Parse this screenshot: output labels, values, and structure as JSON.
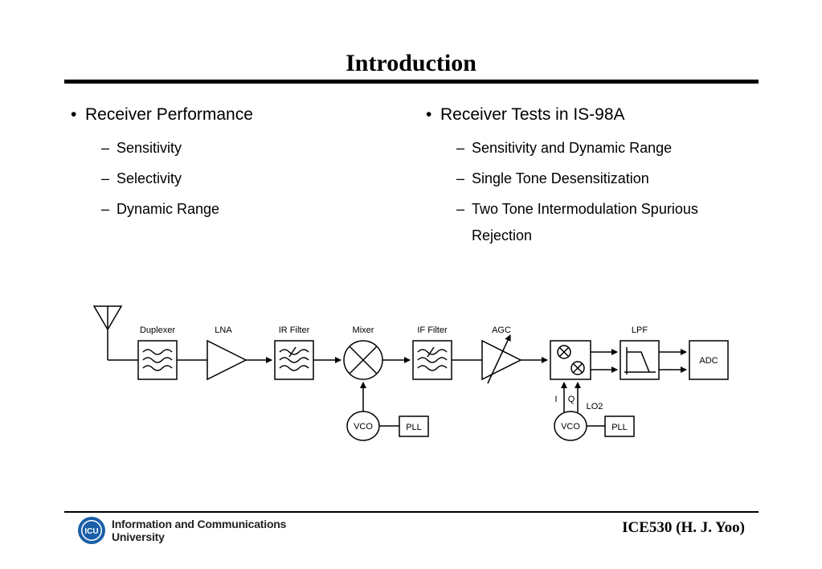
{
  "slide": {
    "title": "Introduction",
    "left": {
      "bullet": "Receiver Performance",
      "items": [
        "Sensitivity",
        "Selectivity",
        "Dynamic Range"
      ]
    },
    "right": {
      "bullet": "Receiver Tests in IS-98A",
      "items": [
        "Sensitivity and Dynamic Range",
        "Single Tone Desensitization",
        "Two Tone Intermodulation Spurious Rejection"
      ]
    }
  },
  "diagram": {
    "labels": {
      "duplexer": "Duplexer",
      "lna": "LNA",
      "ir_filter": "IR Filter",
      "mixer": "Mixer",
      "if_filter": "IF Filter",
      "agc": "AGC",
      "lpf": "LPF",
      "adc": "ADC",
      "vco1": "VCO",
      "pll1": "PLL",
      "vco2": "VCO",
      "pll2": "PLL",
      "i": "I",
      "q": "Q",
      "lo2": "LO2"
    }
  },
  "footer": {
    "logo_mark": "ICU",
    "org_line1": "Information and Communications",
    "org_line2": "University",
    "course": "ICE530 (H. J. Yoo)"
  }
}
